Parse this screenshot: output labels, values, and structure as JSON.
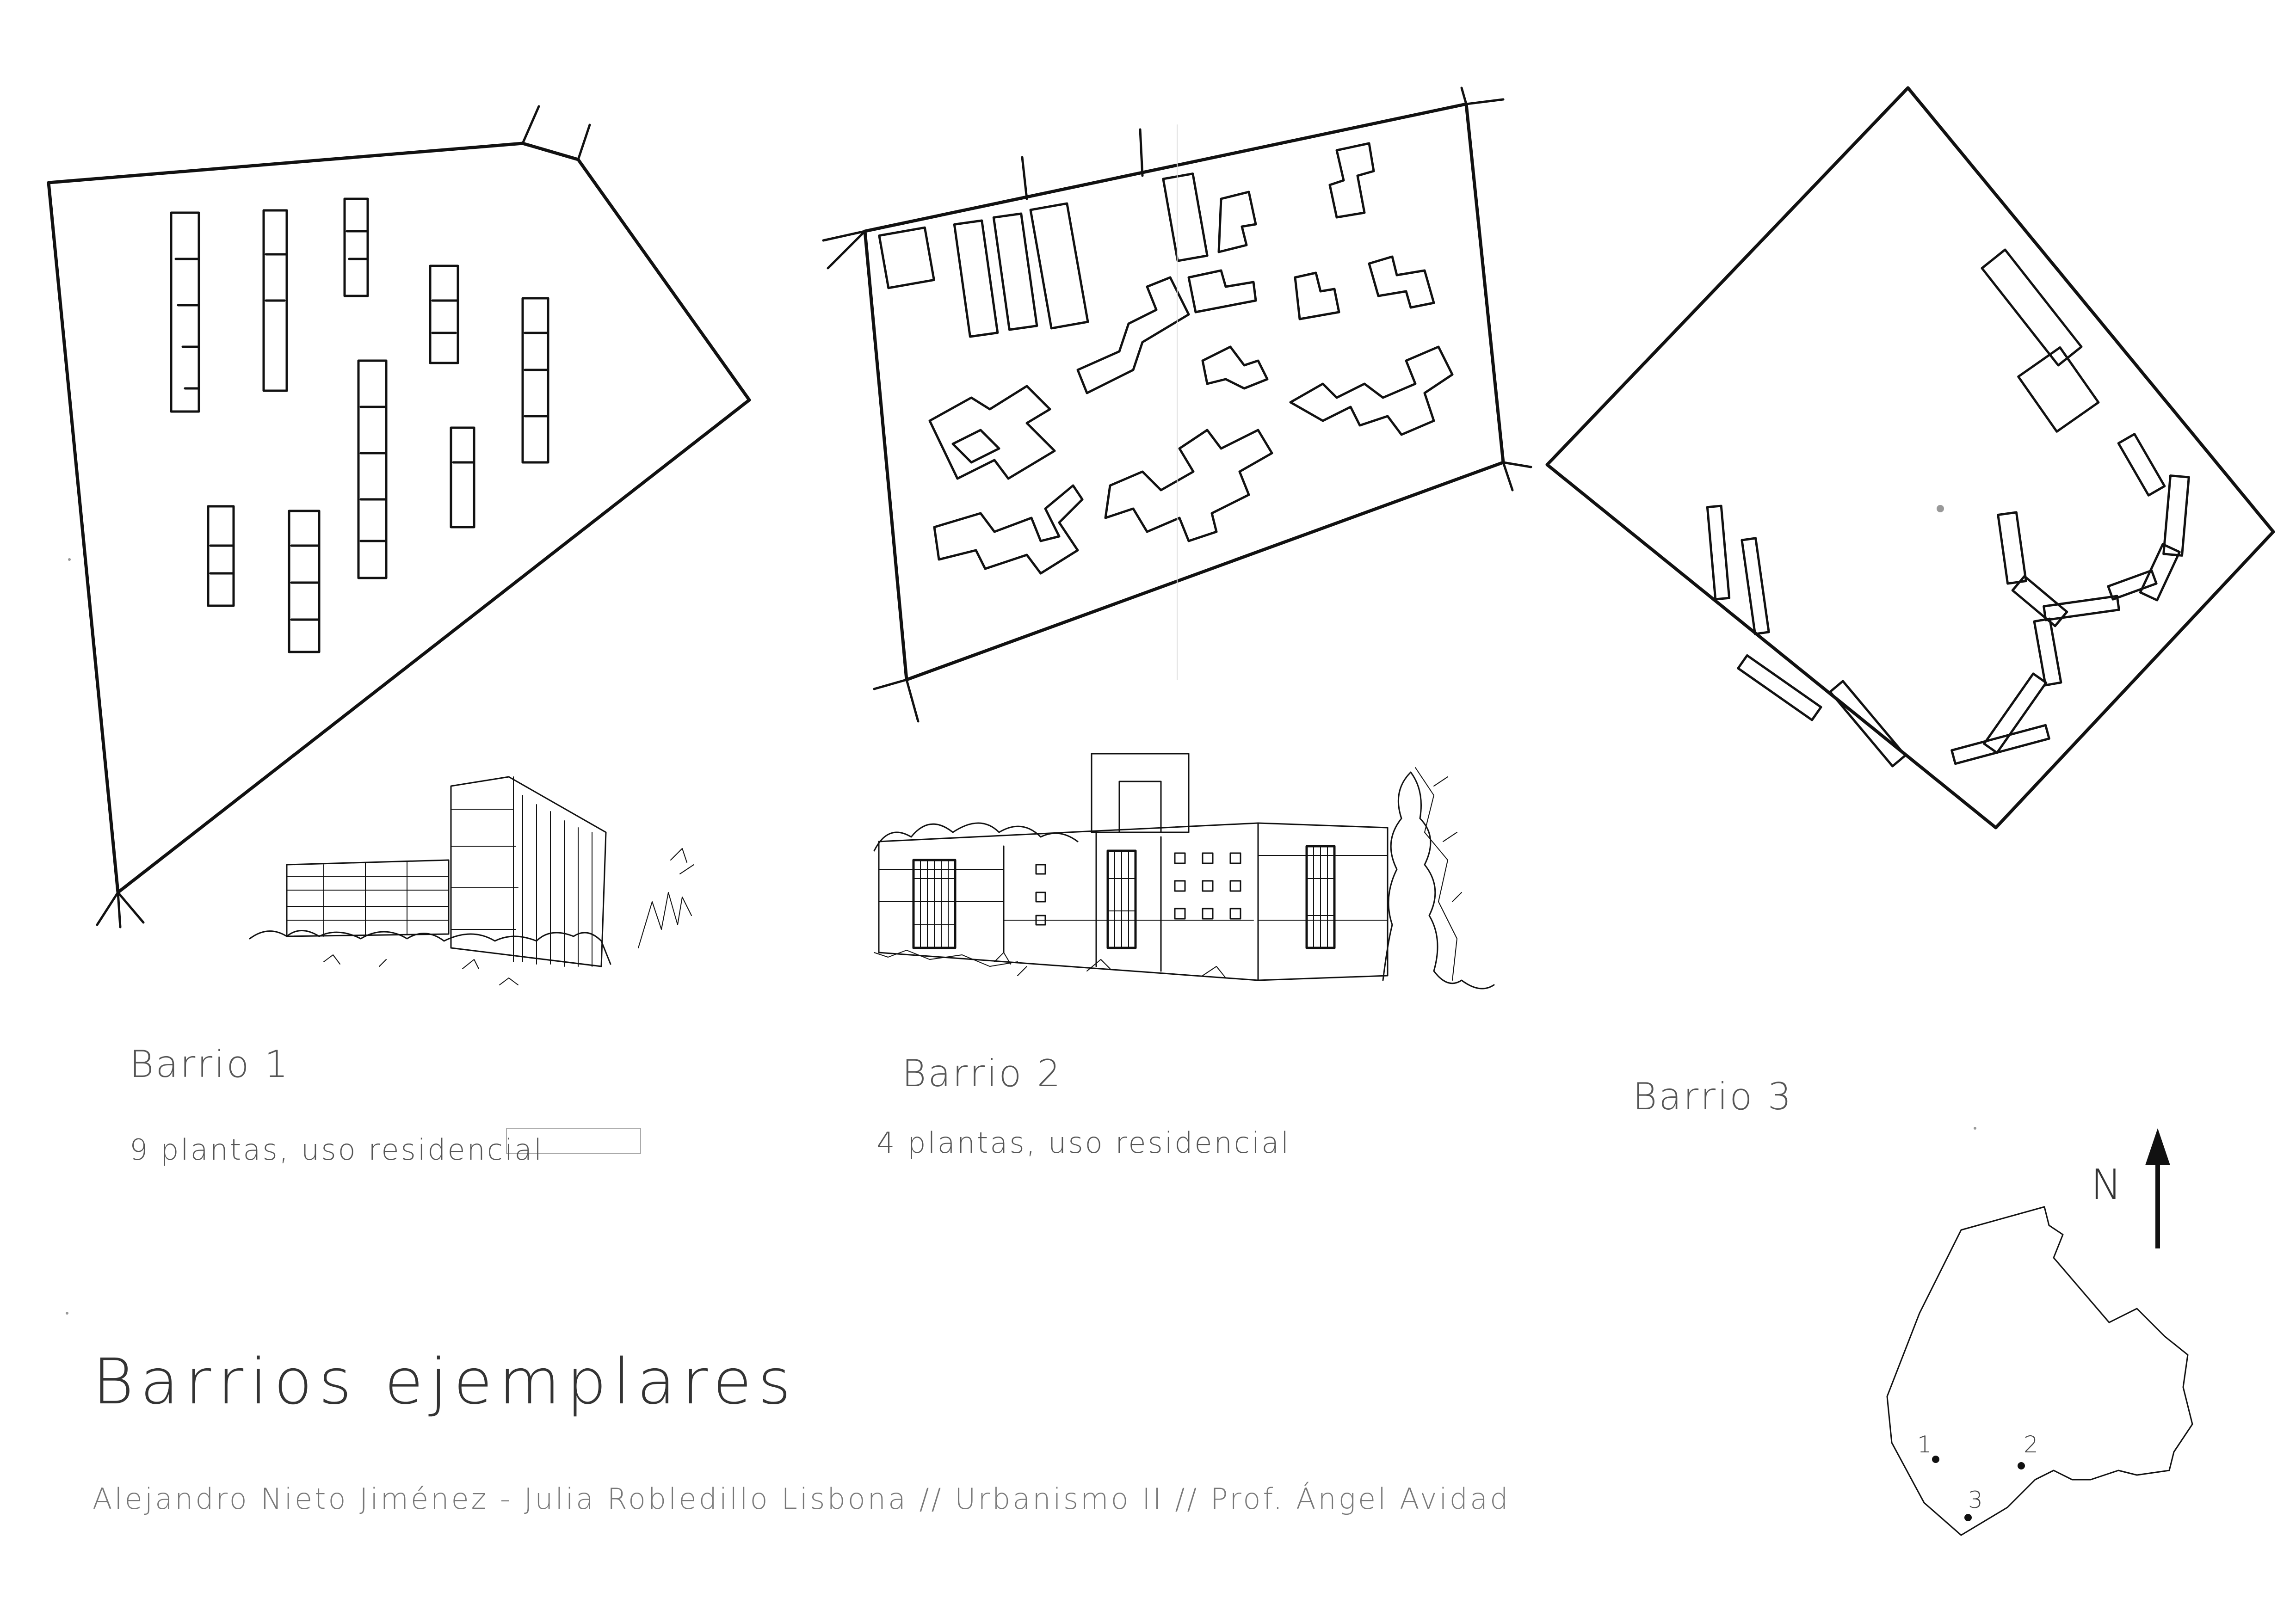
{
  "sheet": {
    "title": "Barrios ejemplares",
    "credits": "Alejandro Nieto Jiménez - Julia Robledillo Lisbona  //  Urbanismo II  //  Prof. Ángel Avidad"
  },
  "neighborhoods": [
    {
      "label": "Barrio 1",
      "description": "9 plantas, uso residencial"
    },
    {
      "label": "Barrio 2",
      "description": "4 plantas, uso residencial"
    },
    {
      "label": "Barrio 3",
      "description": ""
    }
  ],
  "location_map": {
    "north_label": "N",
    "markers": [
      "1",
      "2",
      "3"
    ]
  }
}
